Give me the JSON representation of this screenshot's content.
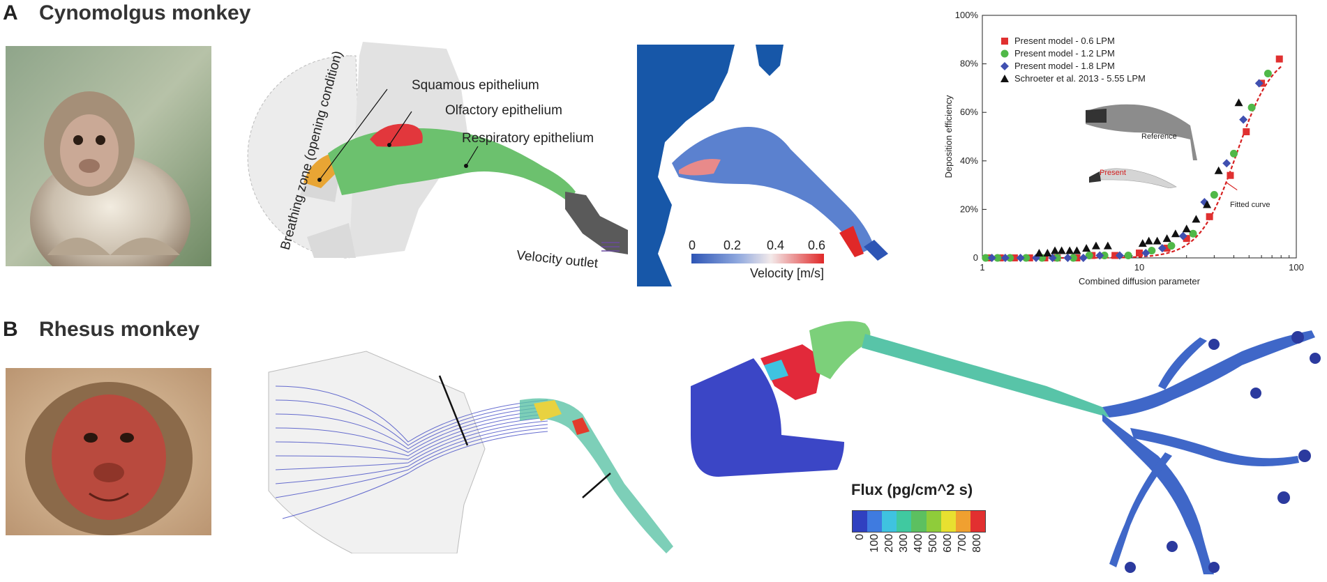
{
  "panelA": {
    "letter": "A",
    "title": "Cynomolgus monkey",
    "anatomy": {
      "squamous": "Squamous epithelium",
      "olfactory": "Olfactory epithelium",
      "respiratory": "Respiratory epithelium",
      "breathing_zone": "Breathing zone (opening condition)",
      "velocity_outlet": "Velocity outlet"
    },
    "velocity_map": {
      "ticks": [
        "0",
        "0.2",
        "0.4",
        "0.6"
      ],
      "label": "Velocity [m/s]"
    },
    "inset": {
      "reference": "Reference",
      "present": "Present",
      "fitted": "Fitted curve"
    }
  },
  "panelB": {
    "letter": "B",
    "title": "Rhesus monkey",
    "flux": {
      "title": "Flux (pg/cm^2 s)",
      "ticks": [
        "0",
        "100",
        "200",
        "300",
        "400",
        "500",
        "600",
        "700",
        "800"
      ],
      "colors": [
        "#3040c0",
        "#3f7be0",
        "#3fc3e0",
        "#40c9a0",
        "#5cc060",
        "#8fcc3a",
        "#e8e030",
        "#f0a030",
        "#e23030"
      ]
    }
  },
  "chart_data": {
    "type": "scatter",
    "xlabel": "Combined diffusion parameter",
    "ylabel": "Deposition efficiency",
    "xscale": "log",
    "xlim": [
      1,
      100
    ],
    "ylim": [
      0,
      1
    ],
    "x_ticks": [
      "1",
      "10",
      "100"
    ],
    "y_ticks": [
      "0",
      "20%",
      "40%",
      "60%",
      "80%",
      "100%"
    ],
    "legend_position": "top-left",
    "series": [
      {
        "name": "Present model - 0.6 LPM",
        "marker": "square",
        "color": "#e03030",
        "points": [
          [
            1.1,
            0
          ],
          [
            1.3,
            0
          ],
          [
            1.6,
            0
          ],
          [
            2,
            0
          ],
          [
            2.5,
            0
          ],
          [
            3,
            0
          ],
          [
            4,
            0
          ],
          [
            5,
            0.01
          ],
          [
            7,
            0.01
          ],
          [
            10,
            0.02
          ],
          [
            15,
            0.04
          ],
          [
            20,
            0.08
          ],
          [
            28,
            0.17
          ],
          [
            38,
            0.34
          ],
          [
            48,
            0.52
          ],
          [
            60,
            0.72
          ],
          [
            78,
            0.82
          ]
        ]
      },
      {
        "name": "Present model - 1.2 LPM",
        "marker": "circle",
        "color": "#50b848",
        "points": [
          [
            1.05,
            0
          ],
          [
            1.25,
            0
          ],
          [
            1.5,
            0
          ],
          [
            1.9,
            0
          ],
          [
            2.4,
            0
          ],
          [
            3,
            0
          ],
          [
            3.8,
            0
          ],
          [
            4.8,
            0.01
          ],
          [
            6,
            0.01
          ],
          [
            8.5,
            0.01
          ],
          [
            12,
            0.03
          ],
          [
            16,
            0.05
          ],
          [
            22,
            0.1
          ],
          [
            30,
            0.26
          ],
          [
            40,
            0.43
          ],
          [
            52,
            0.62
          ],
          [
            66,
            0.76
          ]
        ]
      },
      {
        "name": "Present model - 1.8 LPM",
        "marker": "diamond",
        "color": "#4050b0",
        "points": [
          [
            1.15,
            0
          ],
          [
            1.4,
            0
          ],
          [
            1.75,
            0
          ],
          [
            2.2,
            0
          ],
          [
            2.8,
            0
          ],
          [
            3.5,
            0
          ],
          [
            4.4,
            0
          ],
          [
            5.6,
            0.01
          ],
          [
            7.5,
            0.01
          ],
          [
            11,
            0.02
          ],
          [
            14,
            0.04
          ],
          [
            19,
            0.09
          ],
          [
            26,
            0.23
          ],
          [
            36,
            0.39
          ],
          [
            46,
            0.57
          ],
          [
            58,
            0.72
          ]
        ]
      },
      {
        "name": "Schroeter et al. 2013 - 5.55 LPM",
        "marker": "triangle",
        "color": "#111111",
        "points": [
          [
            2.3,
            0.02
          ],
          [
            2.6,
            0.02
          ],
          [
            2.9,
            0.03
          ],
          [
            3.2,
            0.03
          ],
          [
            3.6,
            0.03
          ],
          [
            4,
            0.03
          ],
          [
            4.6,
            0.04
          ],
          [
            5.3,
            0.05
          ],
          [
            6.3,
            0.05
          ],
          [
            10.5,
            0.06
          ],
          [
            11.5,
            0.07
          ],
          [
            13,
            0.07
          ],
          [
            15,
            0.08
          ],
          [
            17,
            0.1
          ],
          [
            20,
            0.12
          ],
          [
            23,
            0.16
          ],
          [
            27,
            0.22
          ],
          [
            32,
            0.36
          ],
          [
            43,
            0.64
          ]
        ]
      }
    ]
  }
}
